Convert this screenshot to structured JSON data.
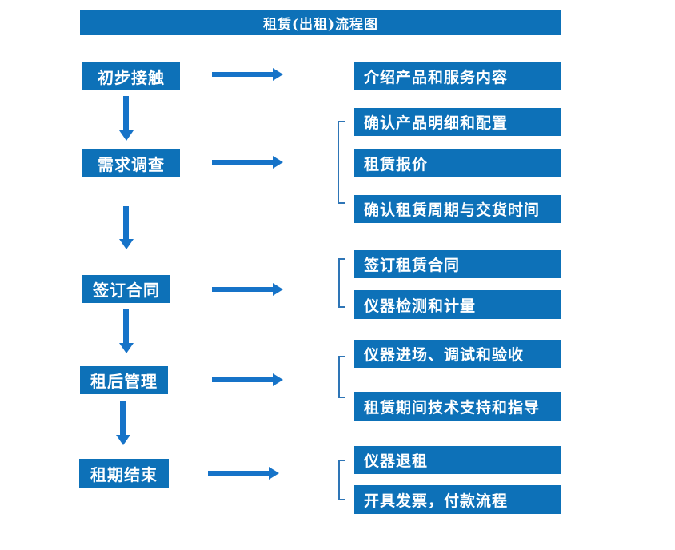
{
  "title": "租赁(出租)流程图",
  "colors": {
    "box_blue": "#0d71b8",
    "arrow_blue": "#1673c8",
    "bracket_blue": "#2e75b6",
    "text": "#ffffff"
  },
  "icons": {
    "right_arrow": "→",
    "down_arrow": "↓"
  },
  "steps": [
    {
      "label": "初步接触",
      "outputs": [
        "介绍产品和服务内容"
      ]
    },
    {
      "label": "需求调查",
      "outputs": [
        "确认产品明细和配置",
        "租赁报价",
        "确认租赁周期与交货时间"
      ]
    },
    {
      "label": "签订合同",
      "outputs": [
        "签订租赁合同",
        "仪器检测和计量"
      ]
    },
    {
      "label": "租后管理",
      "outputs": [
        "仪器进场、调试和验收",
        "租赁期间技术支持和指导"
      ]
    },
    {
      "label": "租期结束",
      "outputs": [
        "仪器退租",
        "开具发票，付款流程"
      ]
    }
  ]
}
